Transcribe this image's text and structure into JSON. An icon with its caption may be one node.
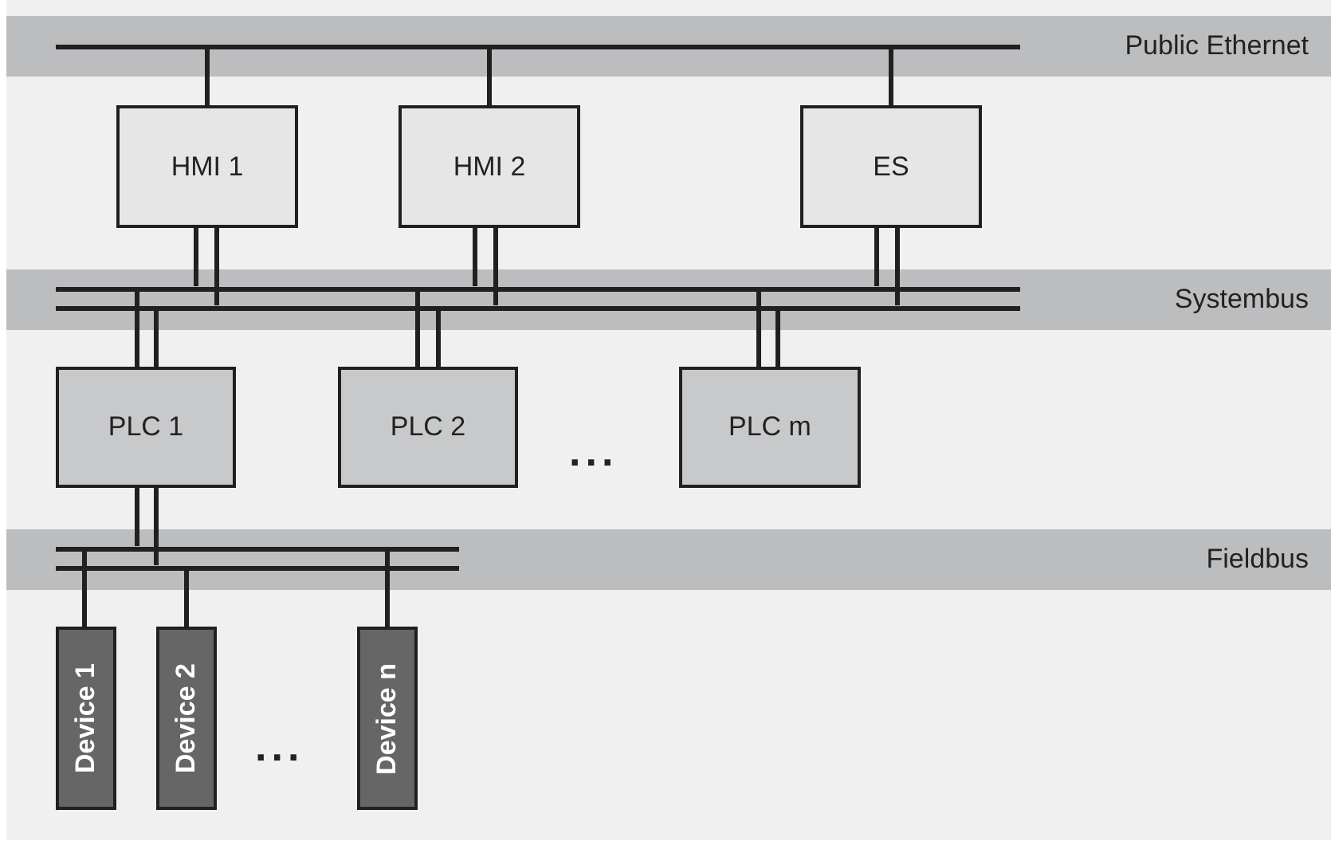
{
  "diagram": {
    "nodes": [
      {
        "text": [
          "Public Ethernet"
        ]
      },
      {
        "text": [],
        "shape": "bar",
        "in": 0
      },
      {
        "text": [
          "Systembus"
        ]
      },
      {
        "text": [],
        "shape": "bar",
        "in": 2
      },
      {
        "text": [
          "Fieldbus"
        ]
      },
      {
        "text": [],
        "shape": "bar",
        "in": 4
      },
      {
        "text": [
          "HMI 1"
        ]
      },
      {
        "text": [
          "HMI 2"
        ]
      },
      {
        "text": [
          "ES"
        ]
      },
      {
        "text": [
          "PLC 1"
        ]
      },
      {
        "text": [
          "PLC 2"
        ]
      },
      {
        "text": [
          "PLC m"
        ]
      },
      {
        "text": [
          "Device 1"
        ]
      },
      {
        "text": [
          "Device 2"
        ]
      },
      {
        "text": [
          "Device n"
        ]
      }
    ],
    "edges": [
      {
        "from": 6,
        "to": 1,
        "arrow": "none"
      },
      {
        "from": 7,
        "to": 1,
        "arrow": "none"
      },
      {
        "from": 8,
        "to": 1,
        "arrow": "none"
      },
      {
        "from": 6,
        "to": 3,
        "arrow": "none"
      },
      {
        "from": 7,
        "to": 3,
        "arrow": "none"
      },
      {
        "from": 8,
        "to": 3,
        "arrow": "none"
      },
      {
        "from": 9,
        "to": 3,
        "arrow": "none"
      },
      {
        "from": 10,
        "to": 3,
        "arrow": "none"
      },
      {
        "from": 11,
        "to": 3,
        "arrow": "none"
      },
      {
        "from": 9,
        "to": 5,
        "arrow": "none"
      },
      {
        "from": 12,
        "to": 5,
        "arrow": "none"
      },
      {
        "from": 13,
        "to": 5,
        "arrow": "none"
      },
      {
        "from": 14,
        "to": 5,
        "arrow": "none"
      }
    ],
    "labels": [
      "...",
      "..."
    ]
  }
}
